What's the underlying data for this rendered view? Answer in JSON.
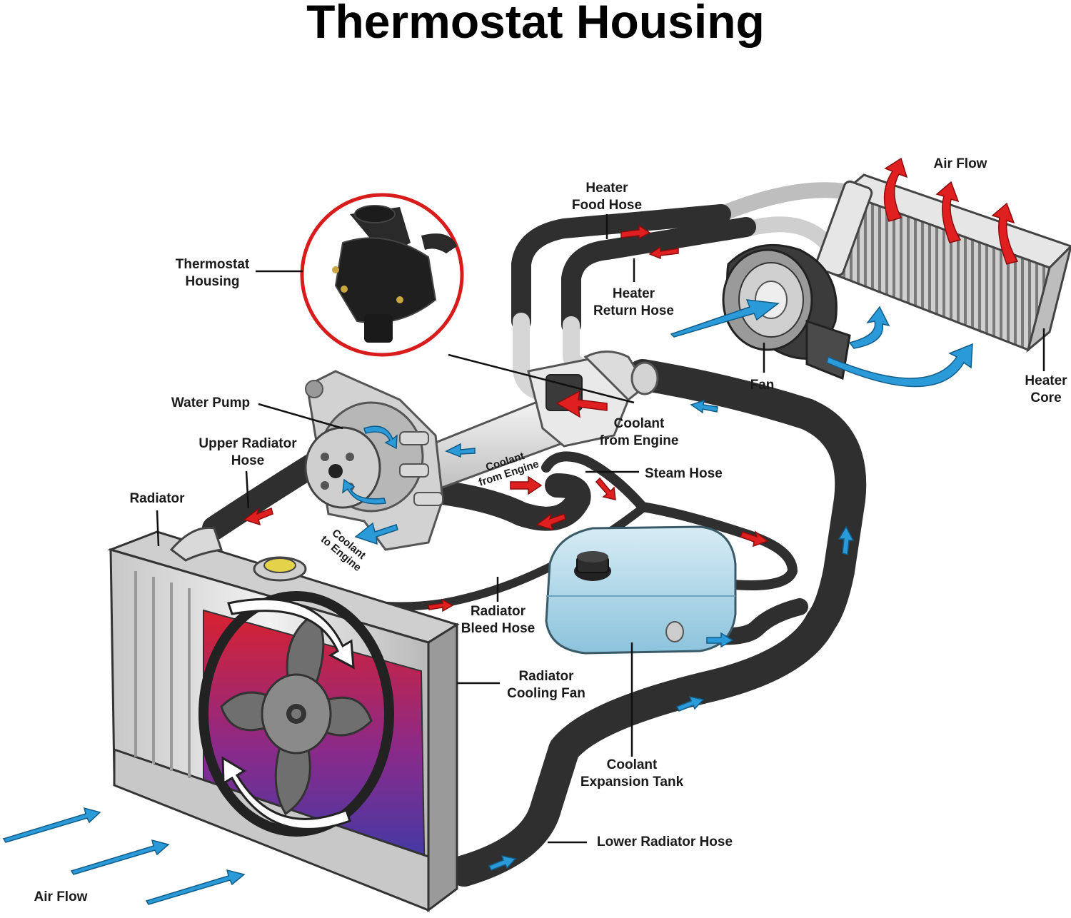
{
  "title": "Thermostat Housing",
  "labels": {
    "air_flow_top": "Air Flow",
    "heater_food_hose": [
      "Heater",
      "Food Hose"
    ],
    "heater_return_hose": [
      "Heater",
      "Return Hose"
    ],
    "thermostat_housing": [
      "Thermostat",
      "Housing"
    ],
    "water_pump": "Water Pump",
    "upper_radiator_hose": [
      "Upper Radiator",
      "Hose"
    ],
    "radiator": "Radiator",
    "fan": "Fan",
    "heater_core": [
      "Heater",
      "Core"
    ],
    "coolant_from_engine_main": [
      "Coolant",
      "from Engine"
    ],
    "coolant_from_engine_small": [
      "Coolant",
      "from Engine"
    ],
    "coolant_to_engine": [
      "Coolant",
      "to Engine"
    ],
    "steam_hose": "Steam Hose",
    "radiator_bleed_hose": [
      "Radiator",
      "Bleed Hose"
    ],
    "radiator_cooling_fan": [
      "Radiator",
      "Cooling Fan"
    ],
    "coolant_expansion_tank": [
      "Coolant",
      "Expansion Tank"
    ],
    "lower_radiator_hose": "Lower Radiator Hose",
    "air_flow_bottom": "Air Flow"
  },
  "colors": {
    "hose": "#2e2e2e",
    "hot_arrow": "#e02020",
    "cold_arrow": "#2a9ad8",
    "callout_circle": "#d81b1b",
    "tank": "#a9d4e6",
    "radiator_hot": "#d8212f",
    "radiator_cold": "#2d3fae"
  }
}
